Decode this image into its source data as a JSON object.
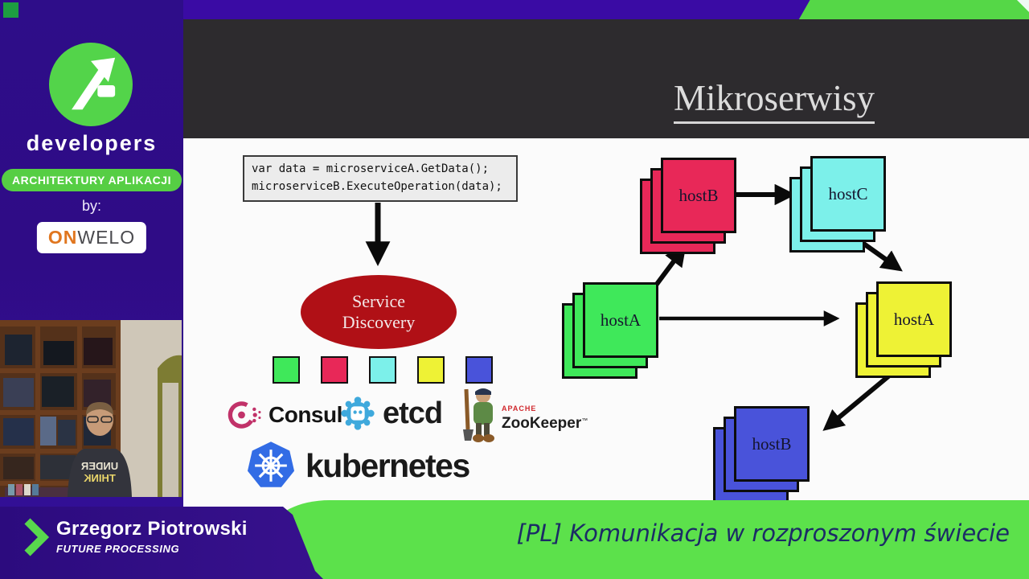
{
  "sidebar": {
    "wordmark": "developers",
    "track_badge": "ARCHITEKTURY APLIKACJI",
    "by_label": "by:",
    "onwelo_part1": "ON",
    "onwelo_part2": "WELO"
  },
  "webcam": {
    "shirt_line1": "UNDER",
    "shirt_line2": "THINK"
  },
  "slide": {
    "title": "Mikroserwisy",
    "code_line1": "var data = microserviceA.GetData();",
    "code_line2": "microserviceB.ExecuteOperation(data);",
    "ellipse_line1": "Service",
    "ellipse_line2": "Discovery",
    "legend_colors": [
      "#3FE85A",
      "#E82858",
      "#7CF0EA",
      "#EEF235",
      "#4953DA"
    ],
    "logos": {
      "consul": "Consul",
      "etcd": "etcd",
      "zookeeper_top": "APACHE",
      "zookeeper": "ZooKeeper",
      "zookeeper_tm": "™",
      "kubernetes": "kubernetes"
    },
    "hosts": [
      {
        "label": "hostB",
        "color": "#E82858"
      },
      {
        "label": "hostC",
        "color": "#7CF0EA"
      },
      {
        "label": "hostA",
        "color": "#3FE85A"
      },
      {
        "label": "hostA",
        "color": "#EEF235"
      },
      {
        "label": "hostB",
        "color": "#4953DA"
      }
    ]
  },
  "bottom": {
    "speaker_name": "Grzegorz Piotrowski",
    "speaker_company": "FUTURE PROCESSING",
    "talk_title": "[PL] Komunikacja w rozproszonym świecie"
  },
  "colors": {
    "brand_green": "#53d44a",
    "sidebar_purple": "#2f0c86",
    "header_dark": "#2d2b2e",
    "ellipse_red": "#b01016",
    "bottom_green": "#5ce14b",
    "talk_title_navy": "#1b2b66"
  }
}
